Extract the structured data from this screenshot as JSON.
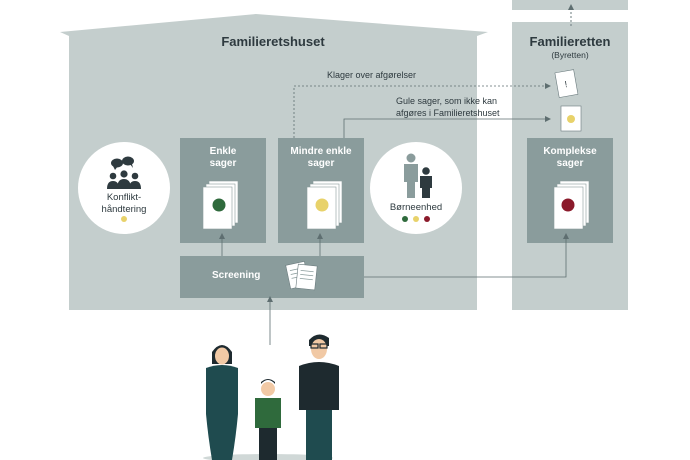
{
  "house": {
    "title": "Familieretshuset"
  },
  "court": {
    "title": "Familieretten",
    "subtitle": "(Byretten)"
  },
  "boxes": {
    "simple": "Enkle\nsager",
    "minor": "Mindre enkle\nsager",
    "complex": "Komplekse\nsager"
  },
  "circles": {
    "conflict": "Konflikt-\nhåndtering",
    "children": "Børneenhed"
  },
  "screening": {
    "label": "Screening"
  },
  "flows": {
    "appeals": "Klager over afgørelser",
    "yellow": "Gule sager, som ikke kan\nafgøres i Familieretshuset"
  },
  "colors": {
    "green": "#2f6a3c",
    "yellow": "#e8d26a",
    "red": "#8b1a2b",
    "house_bg": "#c4cecd",
    "box_bg": "#8a9c9c"
  }
}
